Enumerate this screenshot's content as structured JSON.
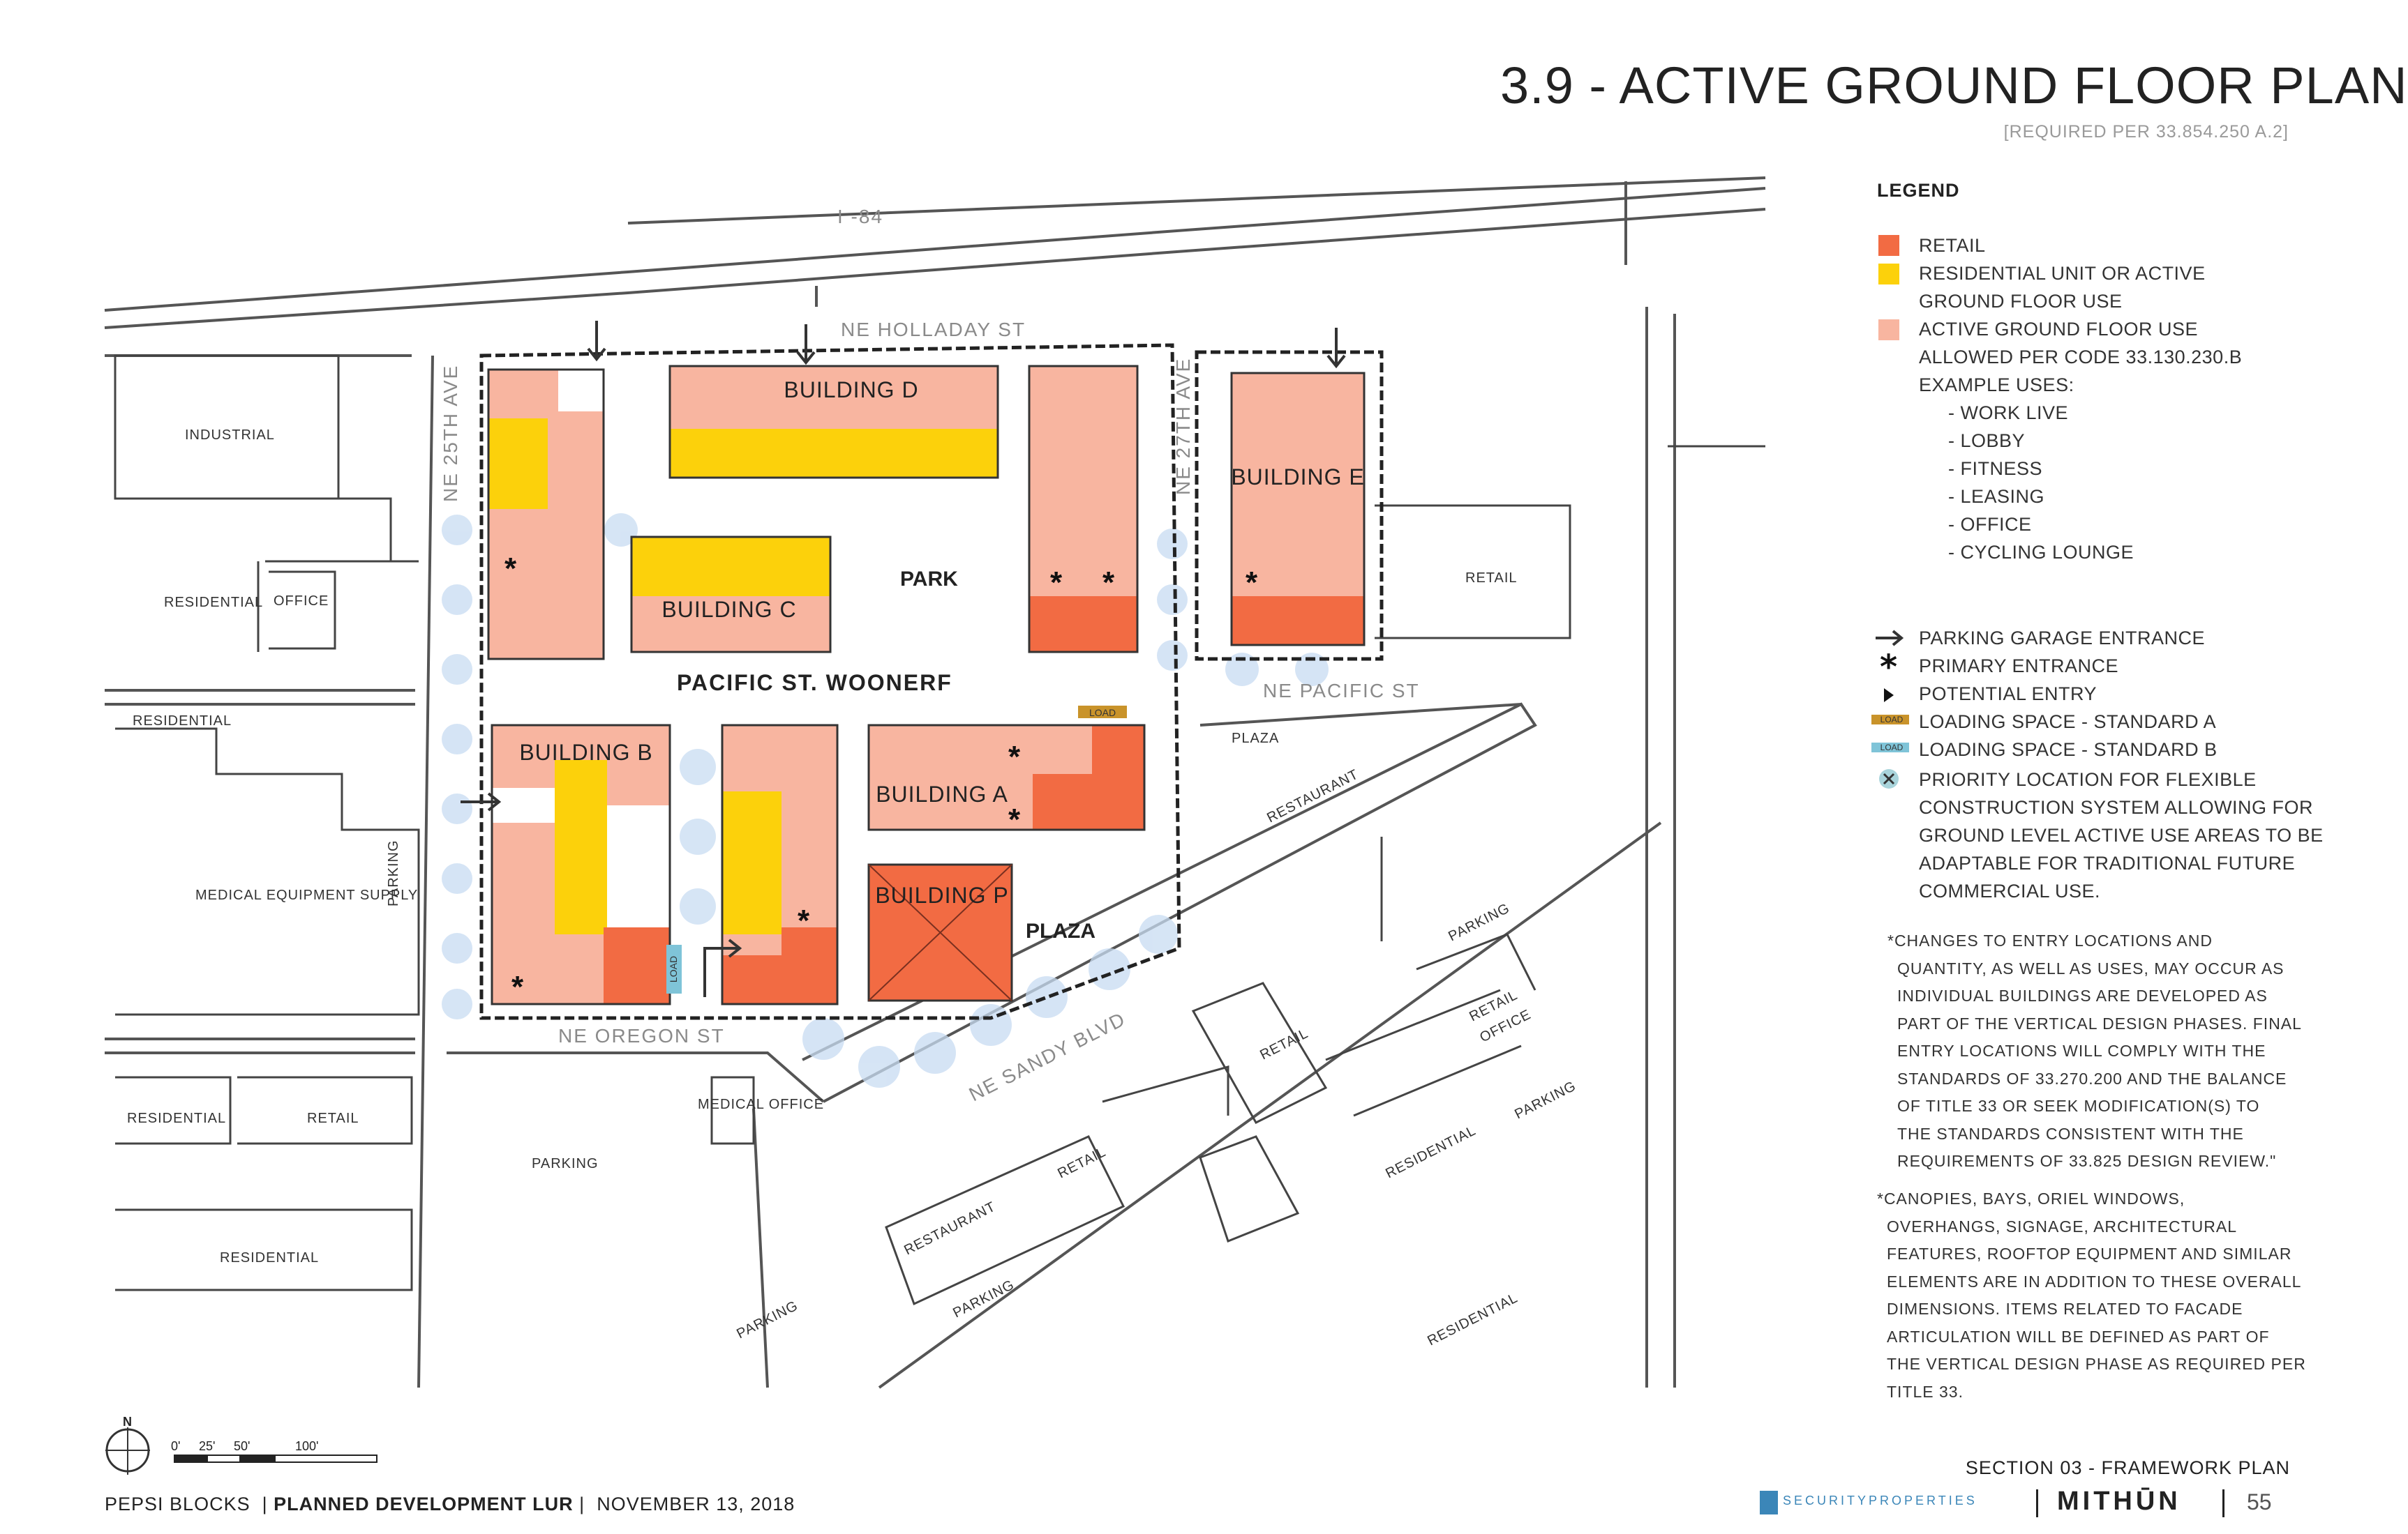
{
  "header": {
    "title": "3.9 - ACTIVE GROUND FLOOR PLAN",
    "subtitle": "[REQUIRED PER 33.854.250 A.2]"
  },
  "map": {
    "streets": {
      "i84": "I -84",
      "holladay": "NE HOLLADAY ST",
      "ave25": "NE 25TH AVE",
      "ave27": "NE 27TH AVE",
      "pacific": "NE PACIFIC ST",
      "woonerf": "PACIFIC ST. WOONERF",
      "oregon": "NE OREGON ST",
      "sandy": "NE SANDY BLVD"
    },
    "buildings": {
      "a": "BUILDING A",
      "b": "BUILDING B",
      "c": "BUILDING C",
      "d": "BUILDING D",
      "e": "BUILDING E",
      "p": "BUILDING P",
      "park": "PARK",
      "plaza": "PLAZA"
    },
    "context": {
      "industrial": "INDUSTRIAL",
      "residential1": "RESIDENTIAL",
      "office1": "OFFICE",
      "residential2": "RESIDENTIAL",
      "medical_supply": "MEDICAL EQUIPMENT SUPPLY",
      "parking_v": "PARKING",
      "residential3": "RESIDENTIAL",
      "retail1": "RETAIL",
      "residential4": "RESIDENTIAL",
      "parking1": "PARKING",
      "medical_office": "MEDICAL OFFICE",
      "retail_e": "RETAIL",
      "plaza2": "PLAZA",
      "restaurant1": "RESTAURANT",
      "parking2": "PARKING",
      "retail2": "RETAIL",
      "retail3": "RETAIL",
      "office2": "OFFICE",
      "parking3": "PARKING",
      "residential5": "RESIDENTIAL",
      "retail4": "RETAIL",
      "restaurant2": "RESTAURANT",
      "parking4": "PARKING",
      "parking5": "PARKING",
      "residential6": "RESIDENTIAL"
    },
    "load": "LOAD"
  },
  "legend": {
    "heading": "LEGEND",
    "retail": "RETAIL",
    "residential_1": "RESIDENTIAL UNIT OR ACTIVE",
    "residential_2": "GROUND FLOOR USE",
    "active_1": "ACTIVE GROUND FLOOR USE",
    "active_2": "ALLOWED PER CODE 33.130.230.B",
    "example": "EXAMPLE USES:",
    "uses": [
      "- WORK LIVE",
      "- LOBBY",
      "- FITNESS",
      "- LEASING",
      "- OFFICE",
      "- CYCLING LOUNGE"
    ],
    "parking_entrance": "PARKING GARAGE ENTRANCE",
    "primary_entrance": "PRIMARY ENTRANCE",
    "potential_entry": "POTENTIAL ENTRY",
    "load_a": "LOADING SPACE - STANDARD A",
    "load_b": "LOADING SPACE - STANDARD B",
    "priority": [
      "PRIORITY LOCATION FOR FLEXIBLE",
      "CONSTRUCTION SYSTEM ALLOWING FOR",
      "GROUND LEVEL ACTIVE USE AREAS TO BE",
      "ADAPTABLE FOR TRADITIONAL FUTURE",
      "COMMERCIAL USE."
    ],
    "load_chip": "LOAD",
    "colors": {
      "retail": "#f26b43",
      "residential": "#fcd10b",
      "active": "#f8b5a0"
    }
  },
  "notes": {
    "note1": [
      "*CHANGES TO ENTRY LOCATIONS AND",
      "QUANTITY, AS WELL AS USES, MAY OCCUR AS",
      "INDIVIDUAL BUILDINGS ARE DEVELOPED AS",
      "PART OF THE VERTICAL DESIGN PHASES. FINAL",
      "ENTRY LOCATIONS WILL COMPLY WITH THE",
      "STANDARDS OF 33.270.200 AND THE BALANCE",
      "OF TITLE 33 OR SEEK MODIFICATION(S) TO",
      "THE STANDARDS CONSISTENT WITH THE",
      "REQUIREMENTS OF 33.825 DESIGN REVIEW.\""
    ],
    "note2": [
      "*CANOPIES, BAYS, ORIEL WINDOWS,",
      "OVERHANGS, SIGNAGE, ARCHITECTURAL",
      "FEATURES, ROOFTOP EQUIPMENT AND SIMILAR",
      "ELEMENTS ARE IN ADDITION TO THESE OVERALL",
      "DIMENSIONS. ITEMS RELATED TO FACADE",
      "ARTICULATION WILL BE DEFINED AS PART OF",
      "THE VERTICAL DESIGN PHASE AS REQUIRED PER",
      "TITLE 33."
    ]
  },
  "scale": {
    "north": "N",
    "t0": "0'",
    "t1": "25'",
    "t2": "50'",
    "t3": "100'"
  },
  "footer": {
    "project": "PEPSI BLOCKS",
    "doc": "PLANNED DEVELOPMENT LUR",
    "date": "NOVEMBER 13, 2018",
    "section": "SECTION 03 - FRAMEWORK PLAN",
    "logo1": "SECURITYPROPERTIES",
    "logo2": "MITHŪN",
    "page": "55"
  }
}
